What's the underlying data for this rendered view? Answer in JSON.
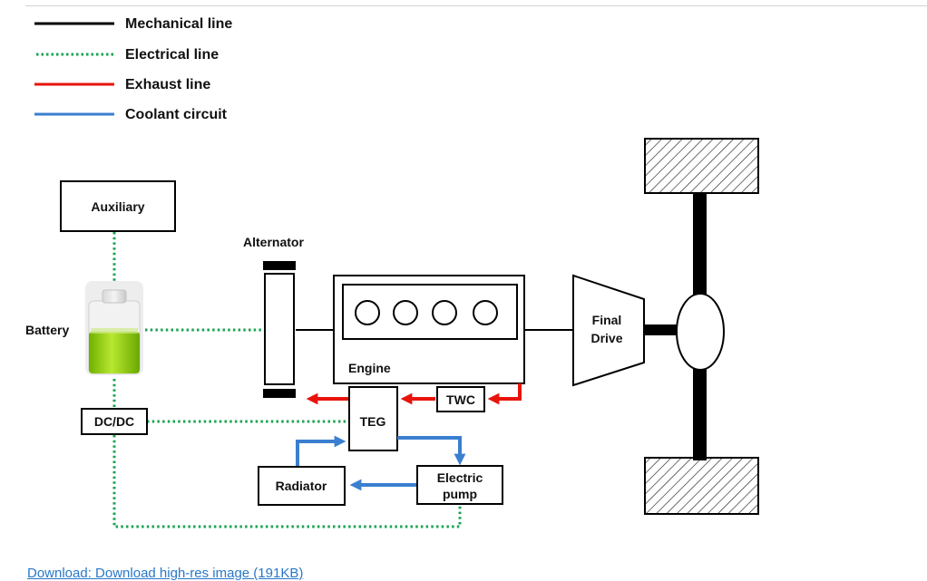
{
  "legend": {
    "mechanical": "Mechanical line",
    "electrical": "Electrical line",
    "exhaust": "Exhaust line",
    "coolant": "Coolant circuit"
  },
  "components": {
    "auxiliary": "Auxiliary",
    "battery": "Battery",
    "dcdc": "DC/DC",
    "alternator": "Alternator",
    "engine": "Engine",
    "final_drive_line1": "Final",
    "final_drive_line2": "Drive",
    "twc": "TWC",
    "teg": "TEG",
    "radiator": "Radiator",
    "pump_line1": "Electric",
    "pump_line2": "pump"
  },
  "colors": {
    "mechanical": "#000000",
    "electrical": "#1aa352",
    "exhaust": "#e8140c",
    "coolant": "#3a7fd0",
    "link": "#2878c8"
  },
  "download_link": "Download: Download high-res image (191KB)"
}
